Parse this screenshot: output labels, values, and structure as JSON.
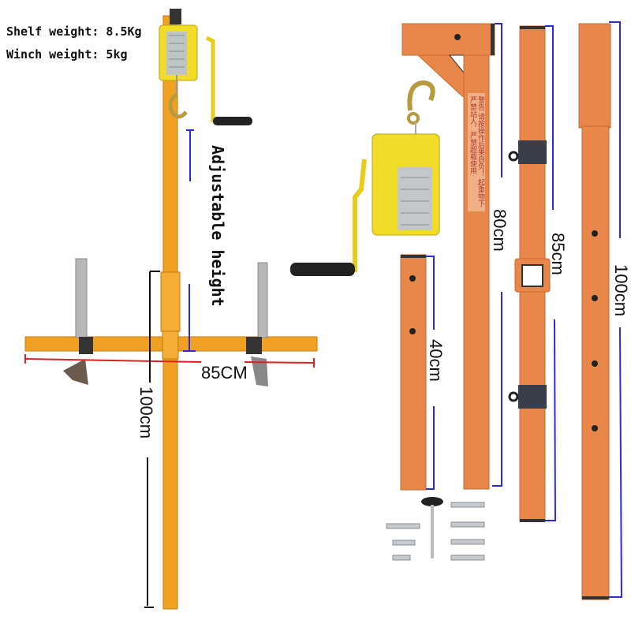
{
  "image": {
    "description": "Product photo of a portable mini crane with manual winch, disassembled parts and dimension annotations",
    "specs": {
      "shelf_weight": "Shelf weight: 8.5Kg",
      "winch_weight": "Winch weight: 5kg"
    },
    "dimensions": {
      "adjustable_height": "Adjustable height",
      "crossbar_width": "85CM",
      "main_pole_height": "100cm",
      "short_tube": "40cm",
      "boom_arm": "80cm",
      "middle_pole": "85cm",
      "long_pole": "100cm"
    },
    "warning_label": {
      "line1": "警告 请按操作后果自负！",
      "line2": "起重物下严禁站人，严禁超载使用"
    },
    "colors": {
      "assembled_frame": "#f0a022",
      "parts_frame": "#e8874a",
      "winch_yellow": "#f2dc2a",
      "dimension_blue": "#2a2ae0",
      "dimension_red": "#e02020"
    },
    "parts": [
      "assembled crane",
      "hand winch with hook",
      "40cm tube",
      "80cm boom arm",
      "85cm pole",
      "100cm pole",
      "bolts and nuts",
      "leveling foot"
    ]
  }
}
